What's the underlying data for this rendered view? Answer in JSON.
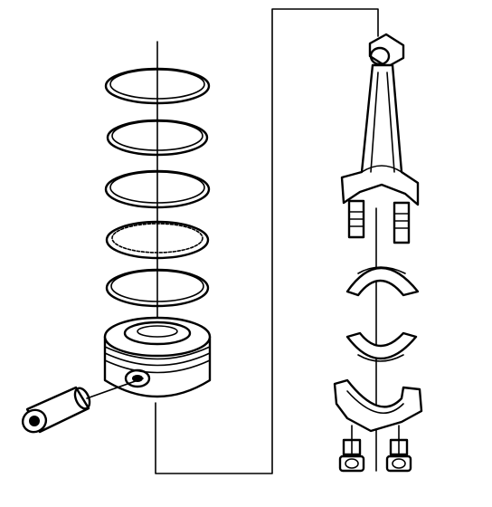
{
  "diagram": {
    "subject": "piston-and-connecting-rod-exploded-view",
    "parts": [
      {
        "name": "piston-ring",
        "count": 5
      },
      {
        "name": "piston",
        "count": 1
      },
      {
        "name": "piston-pin",
        "count": 1
      },
      {
        "name": "connecting-rod",
        "count": 1
      },
      {
        "name": "upper-bearing-shell",
        "count": 1
      },
      {
        "name": "lower-bearing-shell",
        "count": 1
      },
      {
        "name": "connecting-rod-cap",
        "count": 1
      },
      {
        "name": "rod-nut",
        "count": 2
      }
    ],
    "colors": {
      "ink": "#000000",
      "paper": "#ffffff"
    }
  }
}
